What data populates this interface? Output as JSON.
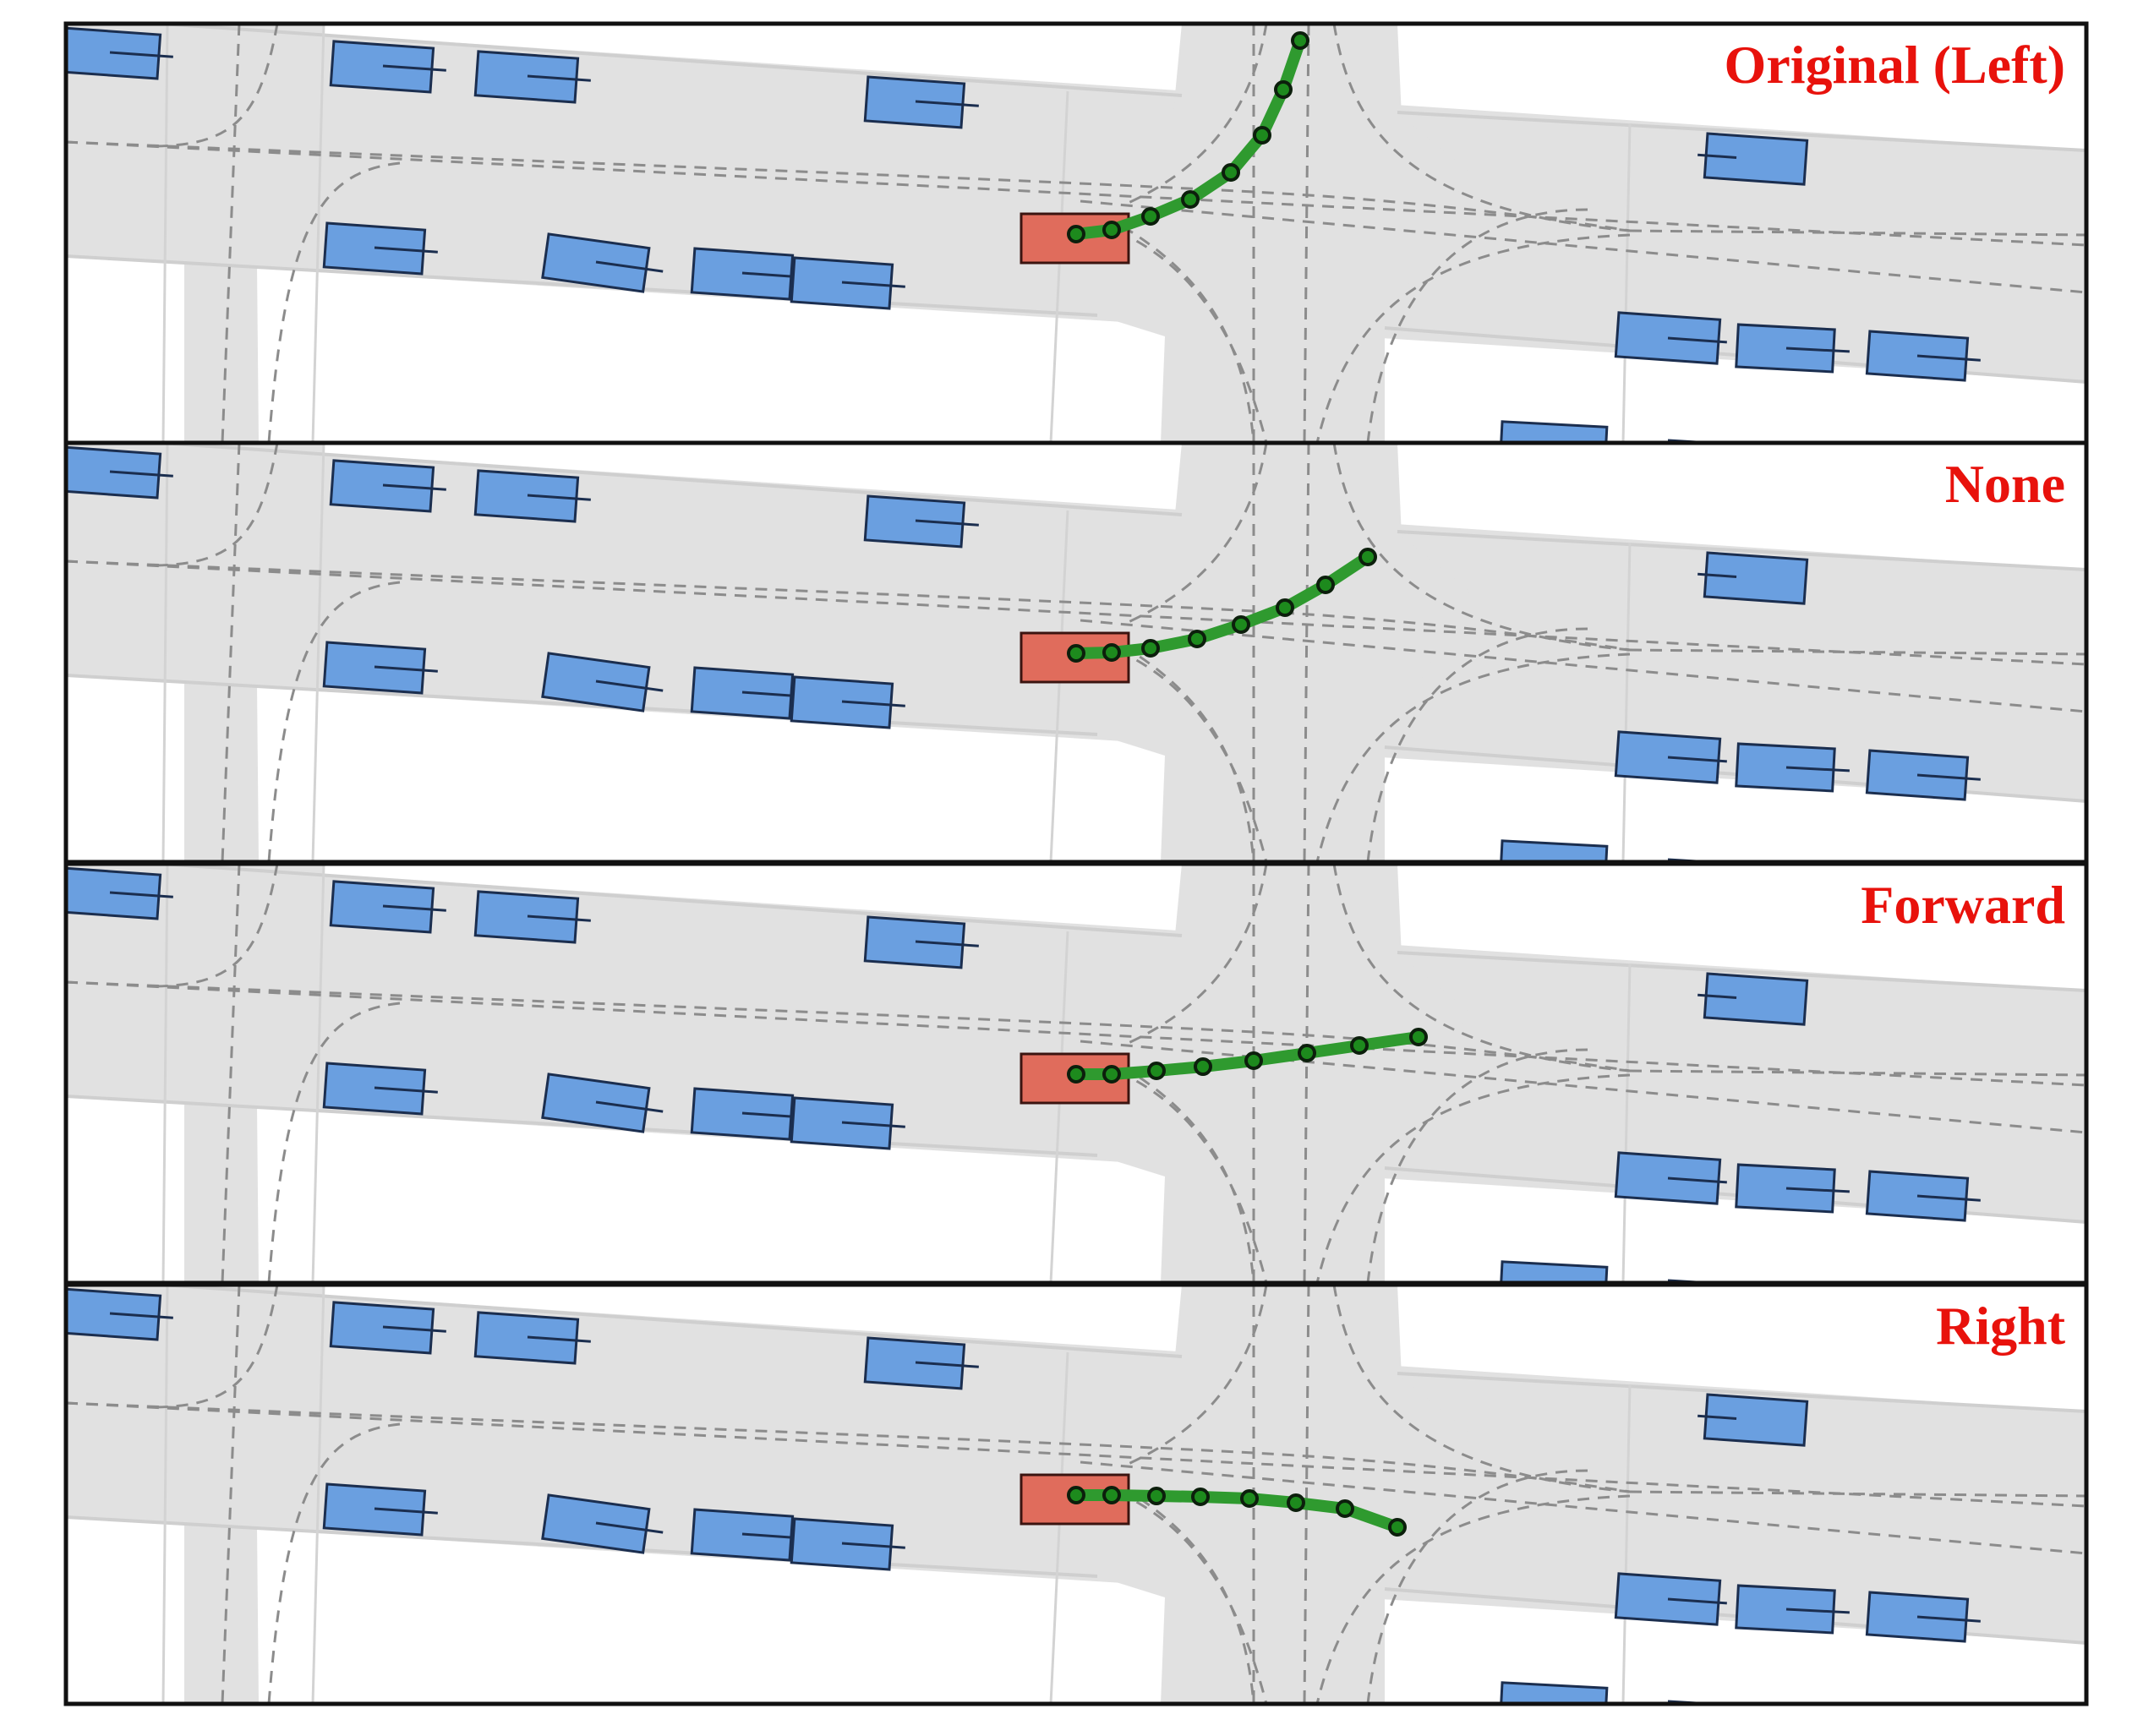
{
  "figure": {
    "panels": [
      {
        "label": "Original (Left)",
        "direction": "left"
      },
      {
        "label": "None",
        "direction": "none"
      },
      {
        "label": "Forward",
        "direction": "forward"
      },
      {
        "label": "Right",
        "direction": "right"
      }
    ]
  },
  "colors": {
    "road": "#e1e1e1",
    "road_edge": "#cfcfcf",
    "lane_line": "#8c8c8c",
    "vehicle_fill": "#6a9fe0",
    "vehicle_stroke": "#1b2e4f",
    "ego_fill": "#e06c5c",
    "ego_stroke": "#3b1410",
    "trajectory": "#2f9a2f",
    "waypoint_fill": "#1d8a1d",
    "waypoint_stroke": "#0c1f0c",
    "label": "#e8120c",
    "frame": "#111111"
  }
}
